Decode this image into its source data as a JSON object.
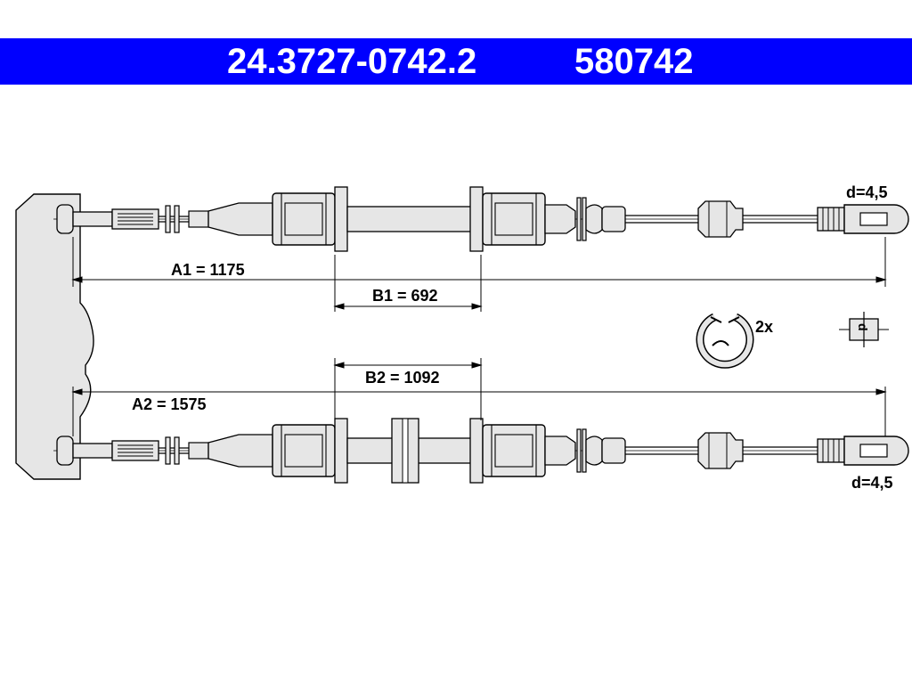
{
  "title": {
    "part_number": "24.3727-0742.2",
    "ref_number": "580742"
  },
  "cable_top": {
    "dim_a_label": "A1 = 1175",
    "dim_b_label": "B1 = 692",
    "end_label": "d=4,5"
  },
  "cable_bottom": {
    "dim_a_label": "A2 = 1575",
    "dim_b_label": "B2 = 1092",
    "end_label": "d=4,5"
  },
  "clip": {
    "quantity_label": "2x"
  },
  "icon_names": [
    "clip-icon",
    "cable-eye-detail-icon"
  ],
  "colors": {
    "title_bar": "#0000ff",
    "title_text": "#ffffff",
    "line": "#000000",
    "part_fill": "#e6e6e6"
  }
}
